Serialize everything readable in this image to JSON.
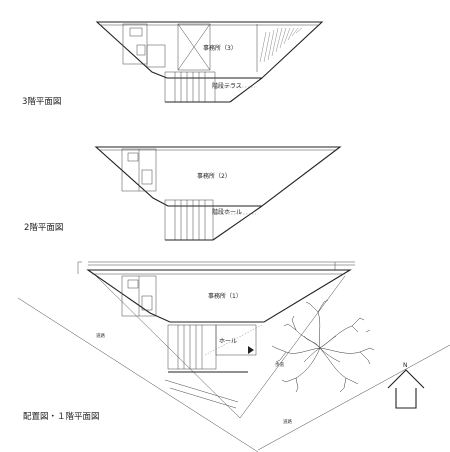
{
  "figure": {
    "plans": [
      {
        "caption": "3階平面図",
        "office_label": "事務所（3）",
        "stair_label": "階段テラス"
      },
      {
        "caption": "2階平面図",
        "office_label": "事務所（2）",
        "stair_label": "階段ホール"
      },
      {
        "caption": "配置図・１階平面図",
        "office_label": "事務所（1）",
        "stair_label": "ホール"
      }
    ],
    "site": {
      "road_left": "道路",
      "road_bottom": "道路",
      "walkway": "歩道",
      "north": "N"
    }
  }
}
